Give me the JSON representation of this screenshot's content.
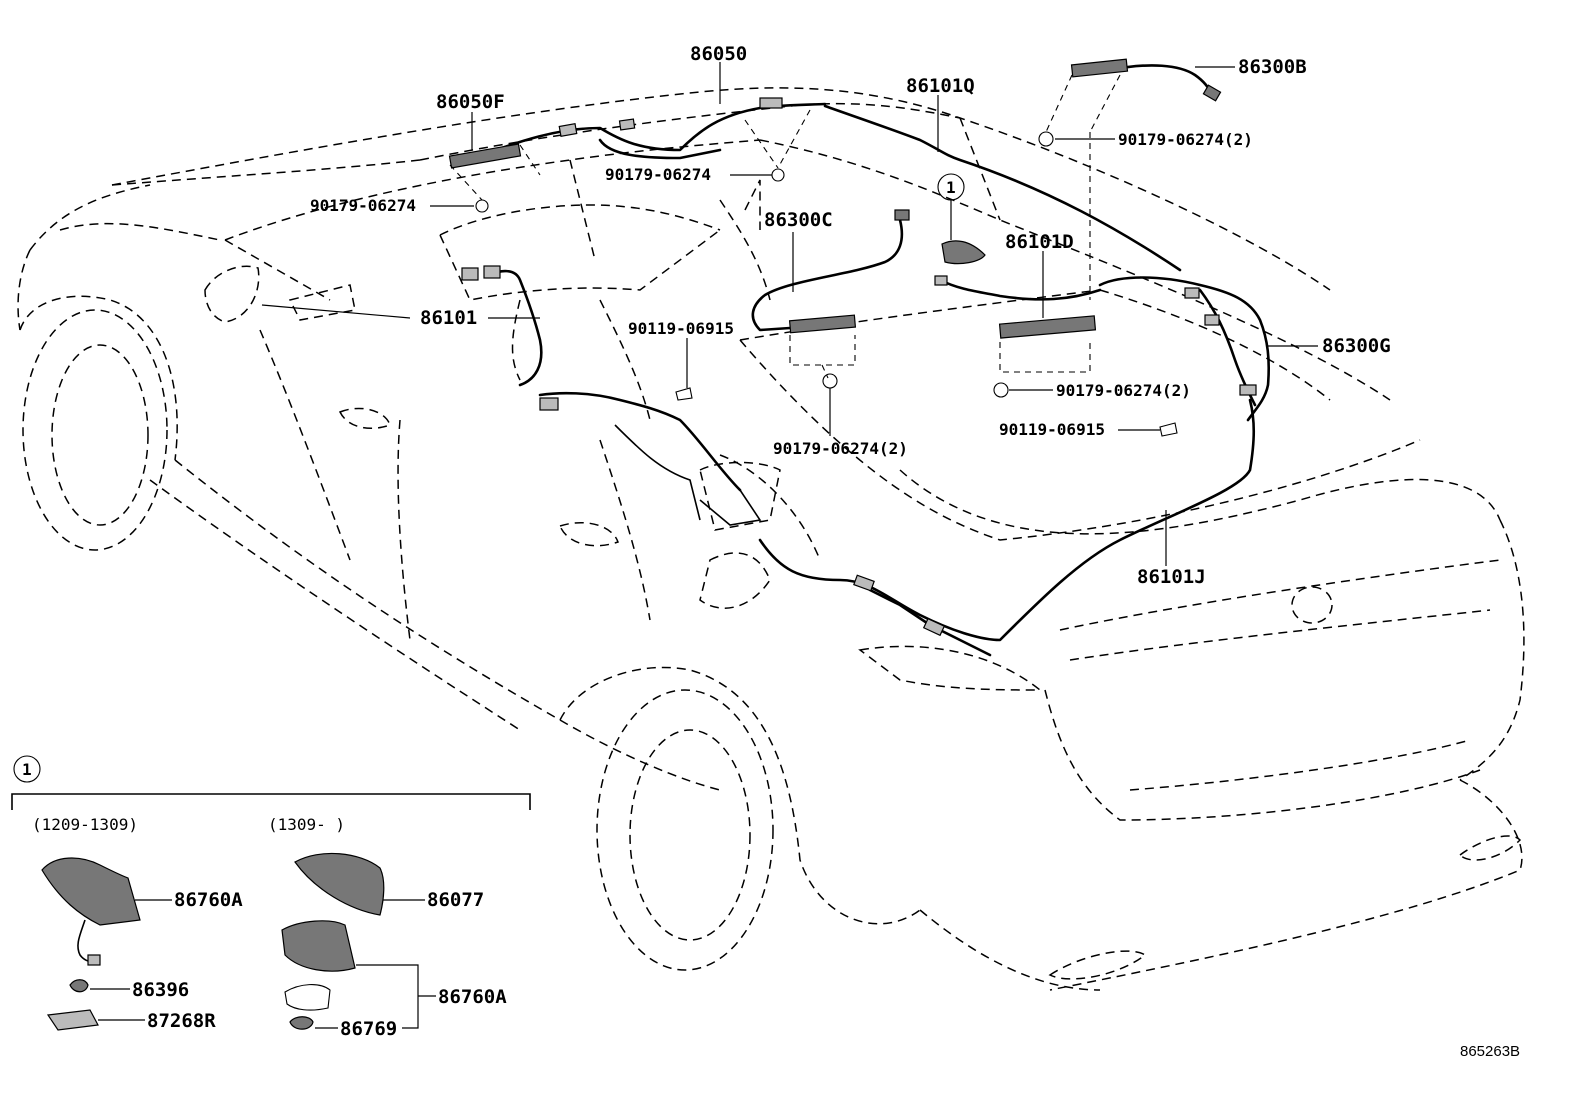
{
  "callout_symbol": "1",
  "labels": {
    "p86050": "86050",
    "p86050F": "86050F",
    "p86101Q": "86101Q",
    "p86300B": "86300B",
    "clip_top_right": "90179-06274(2)",
    "clip_center": "90179-06274",
    "clip_left": "90179-06274",
    "p86300C": "86300C",
    "p86101D": "86101D",
    "p86101": "86101",
    "bolt_center": "90119-06915",
    "p86300G": "86300G",
    "clip_right_mid": "90179-06274(2)",
    "bolt_right": "90119-06915",
    "clip_bottom_center": "90179-06274(2)",
    "p86101J": "86101J"
  },
  "inset": {
    "variant_a_date": "(1209-1309)",
    "variant_b_date": "(1309-      )",
    "a_parts": {
      "antenna": "86760A",
      "clip": "86396",
      "connector": "87268R"
    },
    "b_parts": {
      "cover": "86077",
      "antenna": "86760A",
      "gasket": "86769"
    }
  },
  "diagram_ref": "865263B"
}
